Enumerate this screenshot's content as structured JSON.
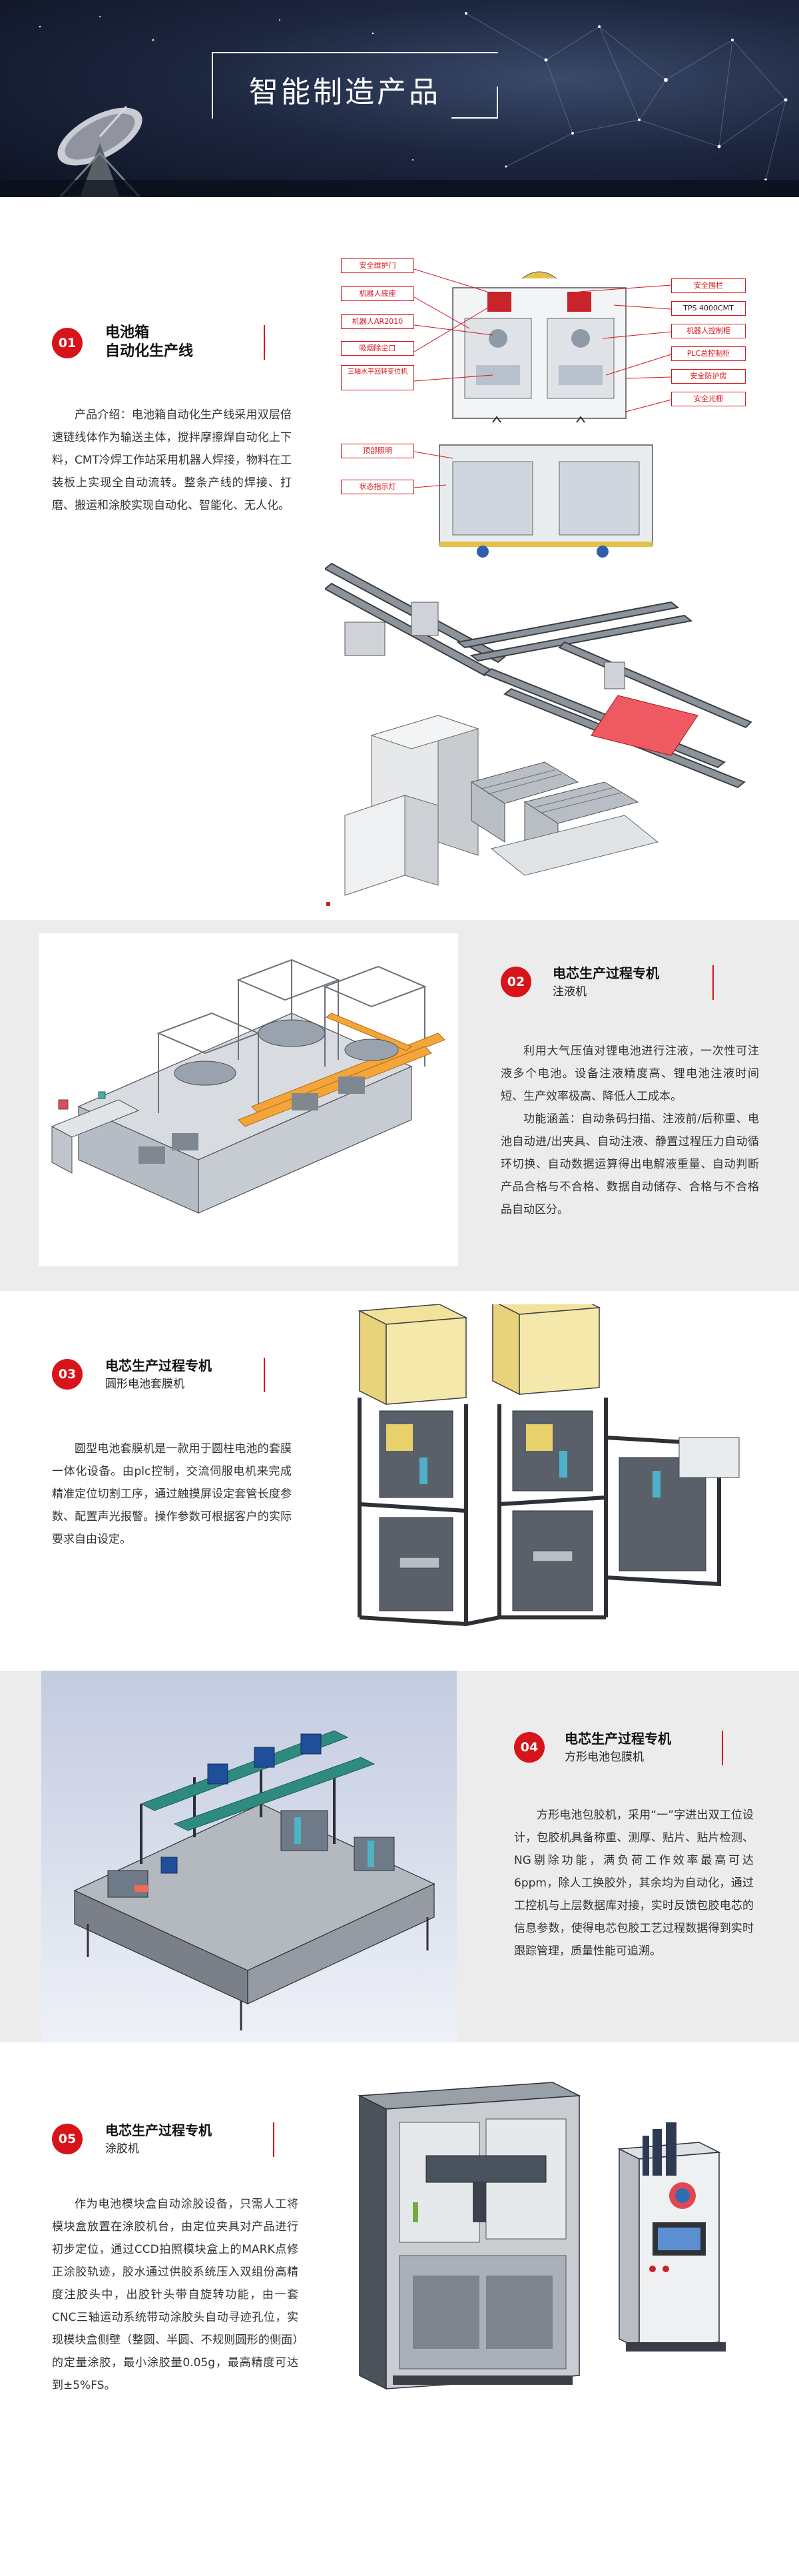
{
  "banner": {
    "title": "智能制造产品"
  },
  "products": [
    {
      "number": "01",
      "title_line1": "电池箱",
      "title_line2": "自动化生产线",
      "description": "产品介绍：电池箱自动化生产线采用双层倍速链线体作为输送主体，搅拌摩擦焊自动化上下料，CMT冷焊工作站采用机器人焊接，物料在工装板上实现全自动流转。整条产线的焊接、打磨、搬运和涂胶实现自动化、智能化、无人化。",
      "diagram_labels": {
        "left": [
          "安全维护门",
          "机器人底座",
          "机器人AR2010",
          "吸烟除尘口",
          "三轴水平回转变位机"
        ],
        "right": [
          "安全围栏",
          "TPS 4000CMT",
          "机器人控制柜",
          "PLC总控制柜",
          "安全防护房",
          "安全光栅"
        ],
        "lower": [
          "顶部照明",
          "状态指示灯"
        ]
      }
    },
    {
      "number": "02",
      "title_line1": "电芯生产过程专机",
      "title_line2": "注液机",
      "paragraphs": [
        "利用大气压值对锂电池进行注液，一次性可注液多个电池。设备注液精度高、锂电池注液时间短、生产效率极高、降低人工成本。",
        "功能涵盖：自动条码扫描、注液前/后称重、电池自动进/出夹具、自动注液、静置过程压力自动循环切换、自动数据运算得出电解液重量、自动判断产品合格与不合格、数据自动储存、合格与不合格品自动区分。"
      ]
    },
    {
      "number": "03",
      "title_line1": "电芯生产过程专机",
      "title_line2": "圆形电池套膜机",
      "description": "圆型电池套膜机是一款用于圆柱电池的套膜一体化设备。由plc控制，交流伺服电机来完成精准定位切割工序，通过触摸屏设定套管长度参数、配置声光报警。操作参数可根据客户的实际要求自由设定。"
    },
    {
      "number": "04",
      "title_line1": "电芯生产过程专机",
      "title_line2": "方形电池包膜机",
      "description": "方形电池包胶机，采用“一”字进出双工位设计，包胶机具备称重、测厚、贴片、贴片检测、NG剔除功能，满负荷工作效率最高可达6ppm，除人工换胶外，其余均为自动化，通过工控机与上层数据库对接，实时反馈包胶电芯的信息参数，使得电芯包胶工艺过程数据得到实时跟踪管理，质量性能可追溯。"
    },
    {
      "number": "05",
      "title_line1": "电芯生产过程专机",
      "title_line2": "涂胶机",
      "description": "作为电池模块盒自动涂胶设备，只需人工将模块盒放置在涂胶机台，由定位夹具对产品进行初步定位，通过CCD拍照模块盒上的MARK点修正涂胶轨迹，胶水通过供胶系统压入双组份高精度注胶头中，出胶针头带自旋转功能，由一套CNC三轴运动系统带动涂胶头自动寻迹孔位，实现模块盒侧壁（整圆、半圆、不规则圆形的侧面）的定量涂胶，最小涂胶量0.05g，最高精度可达到±5%FS。"
    }
  ],
  "colors": {
    "accent": "#d7141a",
    "gray_band": "#ececec",
    "banner_dark": "#1d2740"
  }
}
